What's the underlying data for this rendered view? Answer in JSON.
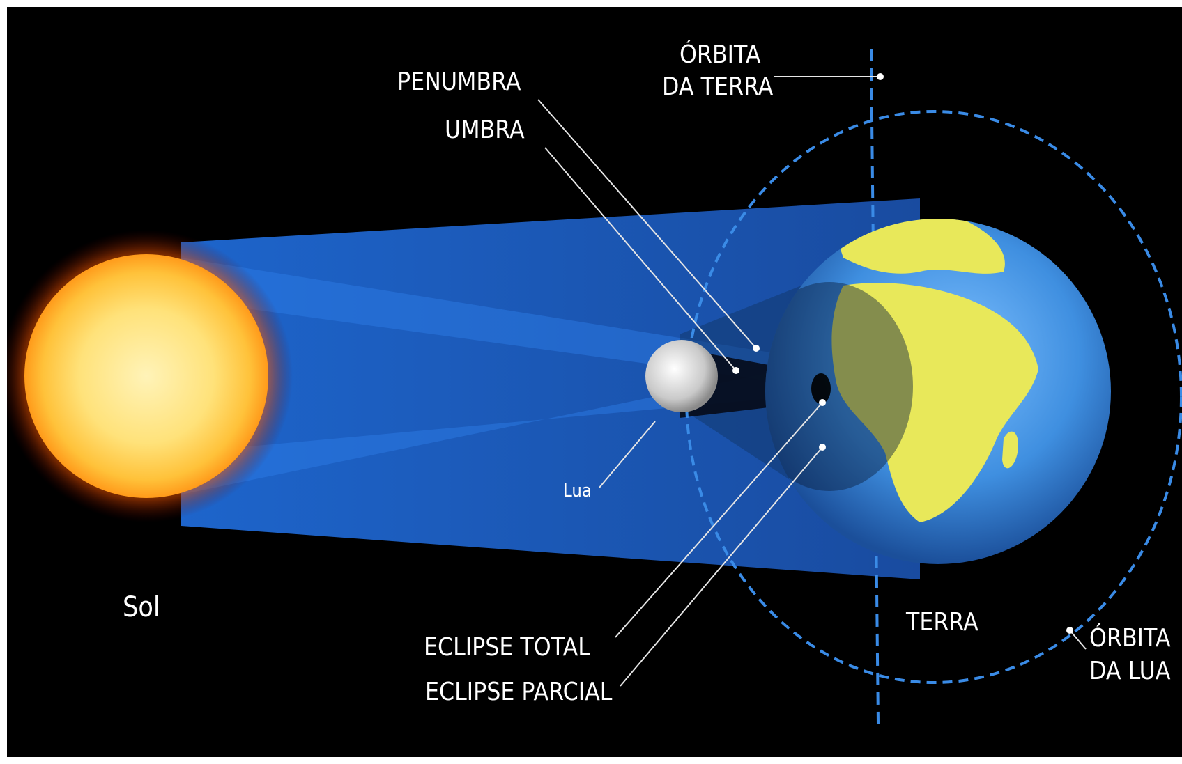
{
  "labels": {
    "sol": "Sol",
    "lua": "Lua",
    "penumbra": "PENUMBRA",
    "umbra": "UMBRA",
    "orbita_terra_line1": "ÓRBITA",
    "orbita_terra_line2": "DA TERRA",
    "terra": "TERRA",
    "orbita_lua_line1": "ÓRBITA",
    "orbita_lua_line2": "DA LUA",
    "eclipse_total": "ECLIPSE TOTAL",
    "eclipse_parcial": "ECLIPSE PARCIAL"
  },
  "colors": {
    "background": "#000000",
    "beam": "#1e63c9",
    "orbit_dash": "#3a8be6",
    "sun_core": "#ffe27a",
    "sun_edge": "#ff9a1a",
    "earth_ocean": "#3f8fe0",
    "earth_land": "#e8e85a",
    "moon": "#d8d8d8"
  }
}
